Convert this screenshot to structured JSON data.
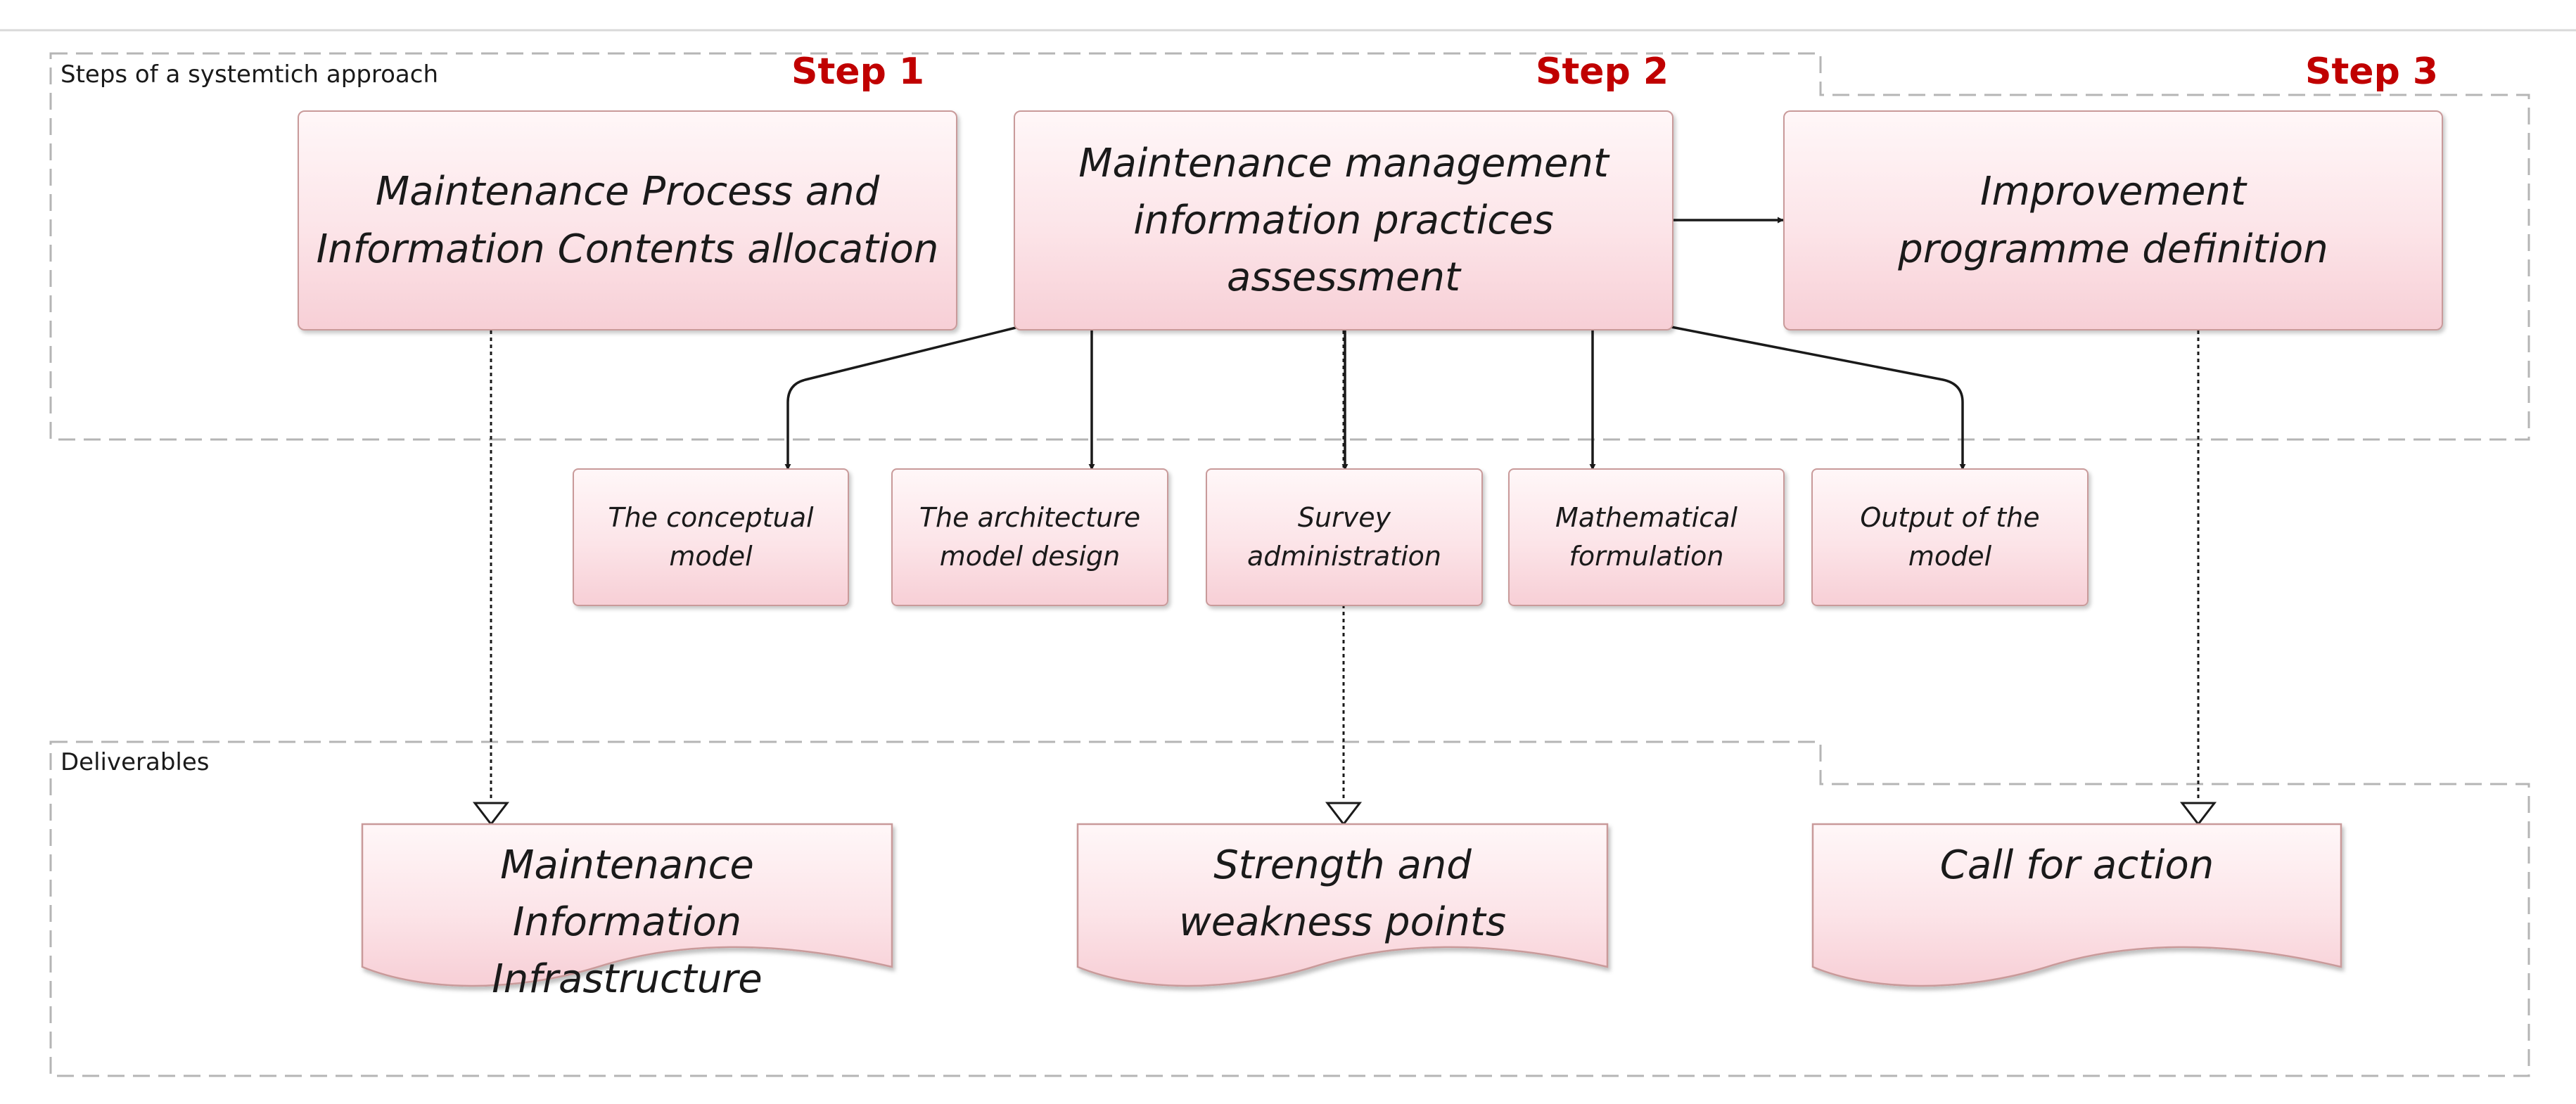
{
  "groups": {
    "steps_title": "Steps of a systemtich approach",
    "deliverables_title": "Deliverables"
  },
  "steps": [
    {
      "label": "Step 1",
      "box": "Maintenance Process and Information Contents allocation"
    },
    {
      "label": "Step 2",
      "box": "Maintenance management information practices assessment"
    },
    {
      "label": "Step 3",
      "box": "Improvement programme definition"
    }
  ],
  "substeps": [
    "The conceptual model",
    "The architecture model design",
    "Survey administration",
    "Mathematical formulation",
    "Output of the model"
  ],
  "deliverables": [
    "Maintenance Information Infrastructure",
    "Strength and weakness points",
    "Call for action"
  ],
  "colors": {
    "step_label": "#c00000",
    "box_border": "#c99a9a",
    "box_fill_top": "#fff7f8",
    "box_fill_bottom": "#f7cfd6",
    "group_border": "#b5b5b5",
    "connector": "#1a1a1a"
  }
}
